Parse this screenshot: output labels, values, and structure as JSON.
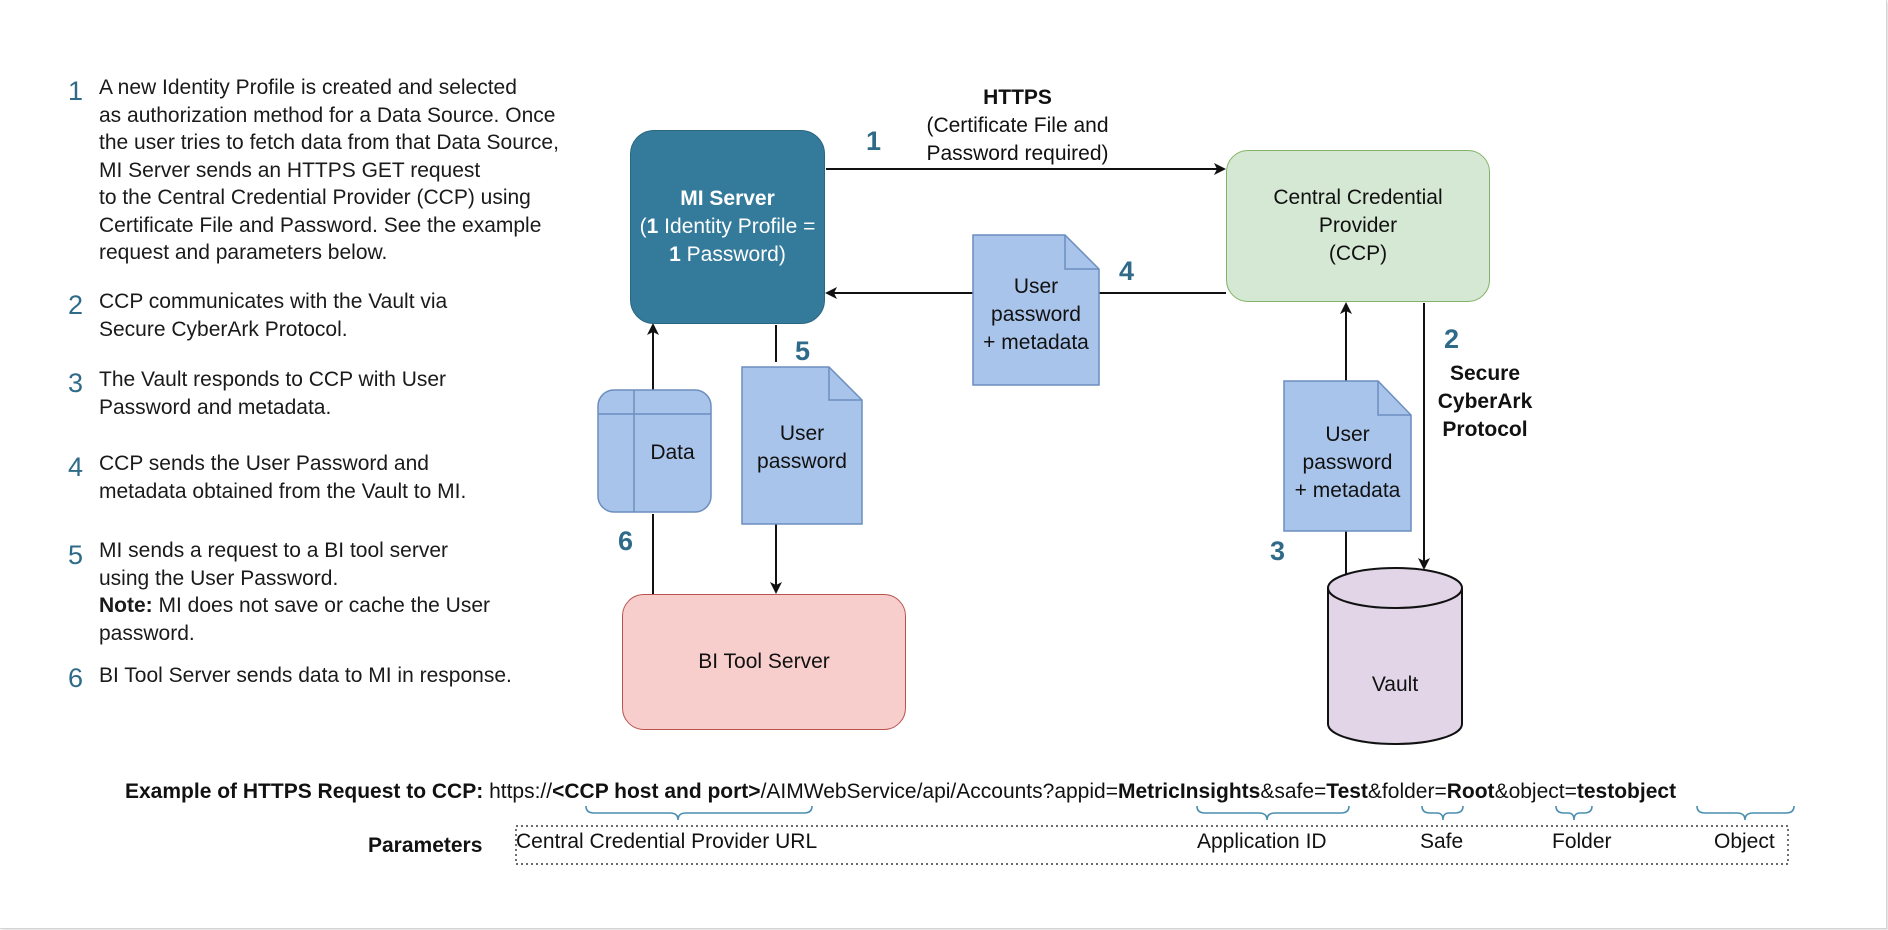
{
  "steps": [
    {
      "num": "1",
      "text": "A new Identity Profile is created and selected\nas authorization method for a Data Source. Once\nthe user tries to fetch data from that Data Source,\nMI Server sends an HTTPS GET request\nto the Central Credential Provider (CCP) using\nCertificate File and Password. See the example\nrequest and parameters below."
    },
    {
      "num": "2",
      "text": "CCP communicates with the Vault via\nSecure CyberArk Protocol."
    },
    {
      "num": "3",
      "text": "The Vault responds to CCP with User\nPassword and metadata."
    },
    {
      "num": "4",
      "text": "CCP sends the User Password and\nmetadata obtained from the Vault to MI."
    },
    {
      "num": "5",
      "text_line1": "MI sends a request to a BI tool server",
      "text_line2": "using the User Password.",
      "note_label": "Note:",
      "note_text": " MI does not save or cache the User",
      "text_line4": "password."
    },
    {
      "num": "6",
      "text": "BI Tool Server sends data to MI in response."
    }
  ],
  "diagram": {
    "mi_server": {
      "title": "MI Server",
      "line2_a": "(",
      "line2_b": "1",
      "line2_c": " Identity Profile =",
      "line3_a": "1",
      "line3_b": " Password)"
    },
    "ccp": {
      "line1": "Central Credential",
      "line2": "Provider",
      "line3": "(CCP)"
    },
    "bi_tool": {
      "label": "BI Tool Server"
    },
    "vault": {
      "label": "Vault"
    },
    "data_box": {
      "label": "Data"
    },
    "doc_user_password": {
      "line1": "User",
      "line2": "password"
    },
    "doc_user_password_metadata_top": {
      "line1": "User",
      "line2": "password",
      "line3": "+ metadata"
    },
    "doc_user_password_metadata_right": {
      "line1": "User",
      "line2": "password",
      "line3": "+ metadata"
    },
    "https": {
      "title": "HTTPS",
      "line2": "(Certificate File and",
      "line3": "Password required)"
    },
    "secure": {
      "line1": "Secure",
      "line2": "CyberArk",
      "line3": "Protocol"
    },
    "flow_numbers": {
      "n1": "1",
      "n2": "2",
      "n3": "3",
      "n4": "4",
      "n5": "5",
      "n6": "6"
    }
  },
  "request": {
    "label": "Example of HTTPS Request to CCP:",
    "p1": "https://",
    "host": "<CCP host and port>",
    "p2": "/AIMWebService/api/Accounts?appid=",
    "appid": "MetricInsights",
    "p3": "&safe=",
    "safe": "Test",
    "p4": "&folder=",
    "folder": "Root",
    "p5": "&object=",
    "object": "testobject"
  },
  "parameters": {
    "label": "Parameters",
    "ccp_url": "Central Credential Provider URL",
    "app_id": "Application ID",
    "safe": "Safe",
    "folder": "Folder",
    "object": "Object"
  },
  "colors": {
    "accent": "#2f6b88",
    "mi_server": "#347b9b",
    "ccp": "#d5e8d4",
    "bi_tool": "#f8cecc",
    "vault": "#e1d5e7",
    "document": "#a9c4eb",
    "brace": "#4a8fb0"
  }
}
